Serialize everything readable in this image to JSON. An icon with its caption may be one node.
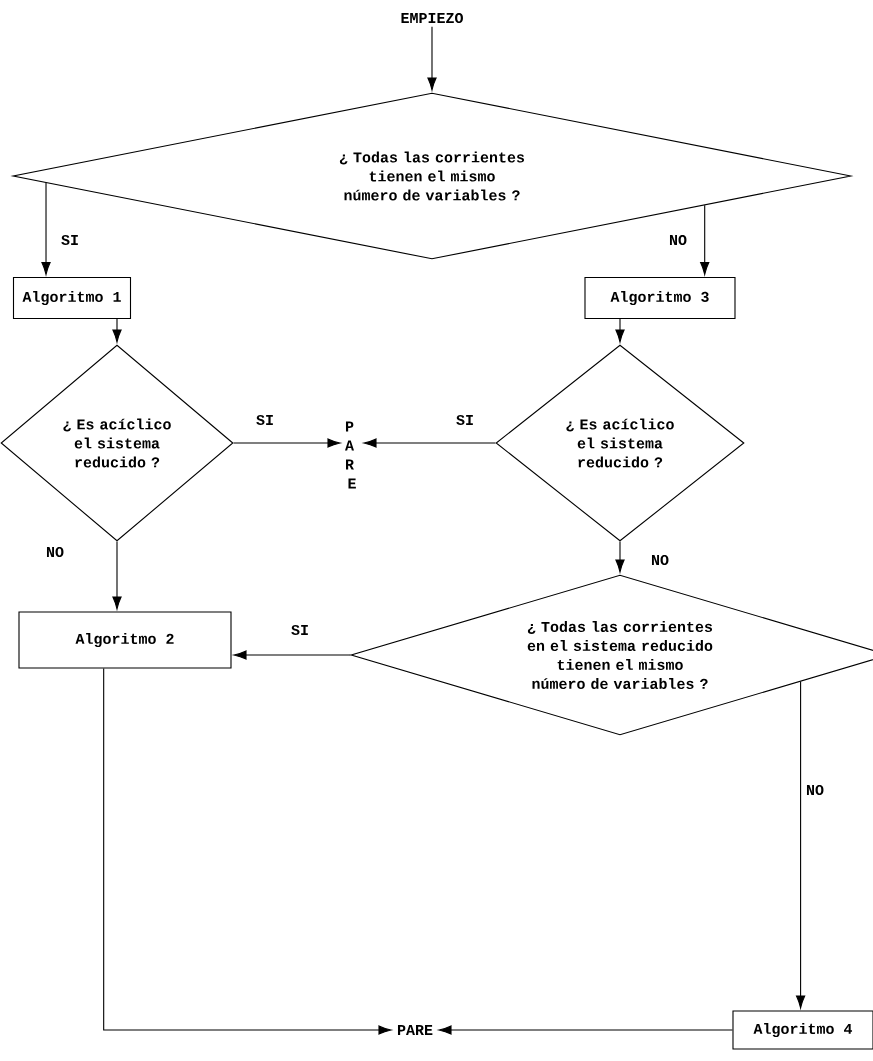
{
  "diagram": {
    "nodes": [
      {
        "text": [
          "EMPIEZO"
        ]
      },
      {
        "text": [
          "¿ Todas las corrientes tienen el mismo número de variables ?"
        ]
      },
      {
        "text": [
          "Algoritmo 1"
        ]
      },
      {
        "text": [
          "Algoritmo 3"
        ]
      },
      {
        "text": [
          "¿ Es acíclico el sistema reducido ?"
        ]
      },
      {
        "text": [
          "PARE"
        ]
      },
      {
        "text": [
          "¿ Es acíclico el sistema reducido ?"
        ]
      },
      {
        "text": [
          "Algoritmo 2"
        ]
      },
      {
        "text": [
          "¿ Todas las corrientes en el sistema reducido tienen el mismo número de variables ?"
        ]
      },
      {
        "text": [
          "Algoritmo 4"
        ]
      },
      {
        "text": [
          "PARE"
        ]
      }
    ],
    "edges": [
      {
        "from": 0,
        "to": 1,
        "arrow": "to"
      },
      {
        "from": 1,
        "to": 2,
        "arrow": "to",
        "label": "SI"
      },
      {
        "from": 1,
        "to": 3,
        "arrow": "to",
        "label": "NO"
      },
      {
        "from": 2,
        "to": 4,
        "arrow": "to"
      },
      {
        "from": 3,
        "to": 6,
        "arrow": "to"
      },
      {
        "from": 4,
        "to": 5,
        "arrow": "to",
        "label": "SI"
      },
      {
        "from": 6,
        "to": 5,
        "arrow": "to",
        "label": "SI"
      },
      {
        "from": 4,
        "to": 7,
        "arrow": "to",
        "label": "NO"
      },
      {
        "from": 6,
        "to": 8,
        "arrow": "to",
        "label": "NO"
      },
      {
        "from": 8,
        "to": 7,
        "arrow": "to",
        "label": "SI"
      },
      {
        "from": 8,
        "to": 9,
        "arrow": "to",
        "label": "NO"
      },
      {
        "from": 7,
        "to": 10,
        "arrow": "to"
      },
      {
        "from": 9,
        "to": 10,
        "arrow": "to"
      }
    ]
  }
}
